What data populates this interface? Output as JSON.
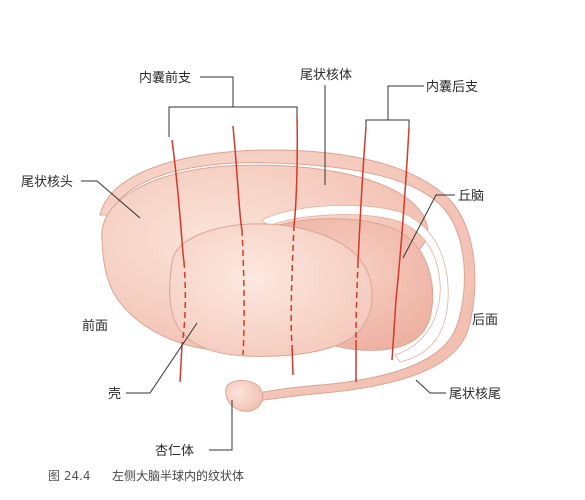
{
  "labels": {
    "anterior_limb": "内囊前支",
    "caudate_body": "尾状核体",
    "posterior_limb": "内囊后支",
    "caudate_head": "尾状核头",
    "thalamus": "丘脑",
    "anterior": "前面",
    "posterior": "后面",
    "putamen": "壳",
    "caudate_tail": "尾状核尾",
    "amygdala": "杏仁体"
  },
  "caption": {
    "number": "图 24.4",
    "text": "左侧大脑半球内的纹状体"
  },
  "colors": {
    "caudate_fill": "#f7d3c6",
    "putamen_fill": "#fadbd0",
    "thalamus_fill": "#f3c0b3",
    "fiber": "#d23a2a"
  }
}
